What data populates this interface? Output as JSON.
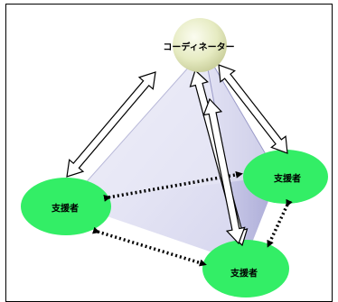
{
  "diagram": {
    "coordinator_label": "コーディネーター",
    "supporter_left_label": "支援者",
    "supporter_right_label": "支援者",
    "supporter_bottom_label": "支援者",
    "colors": {
      "supporter_fill": "#33ee66",
      "pyramid_face": "#c8c8e8",
      "coordinator_sphere": "#e8ecc8",
      "arrow_fill": "#ffffff",
      "dotted_arrow": "#000000"
    }
  }
}
